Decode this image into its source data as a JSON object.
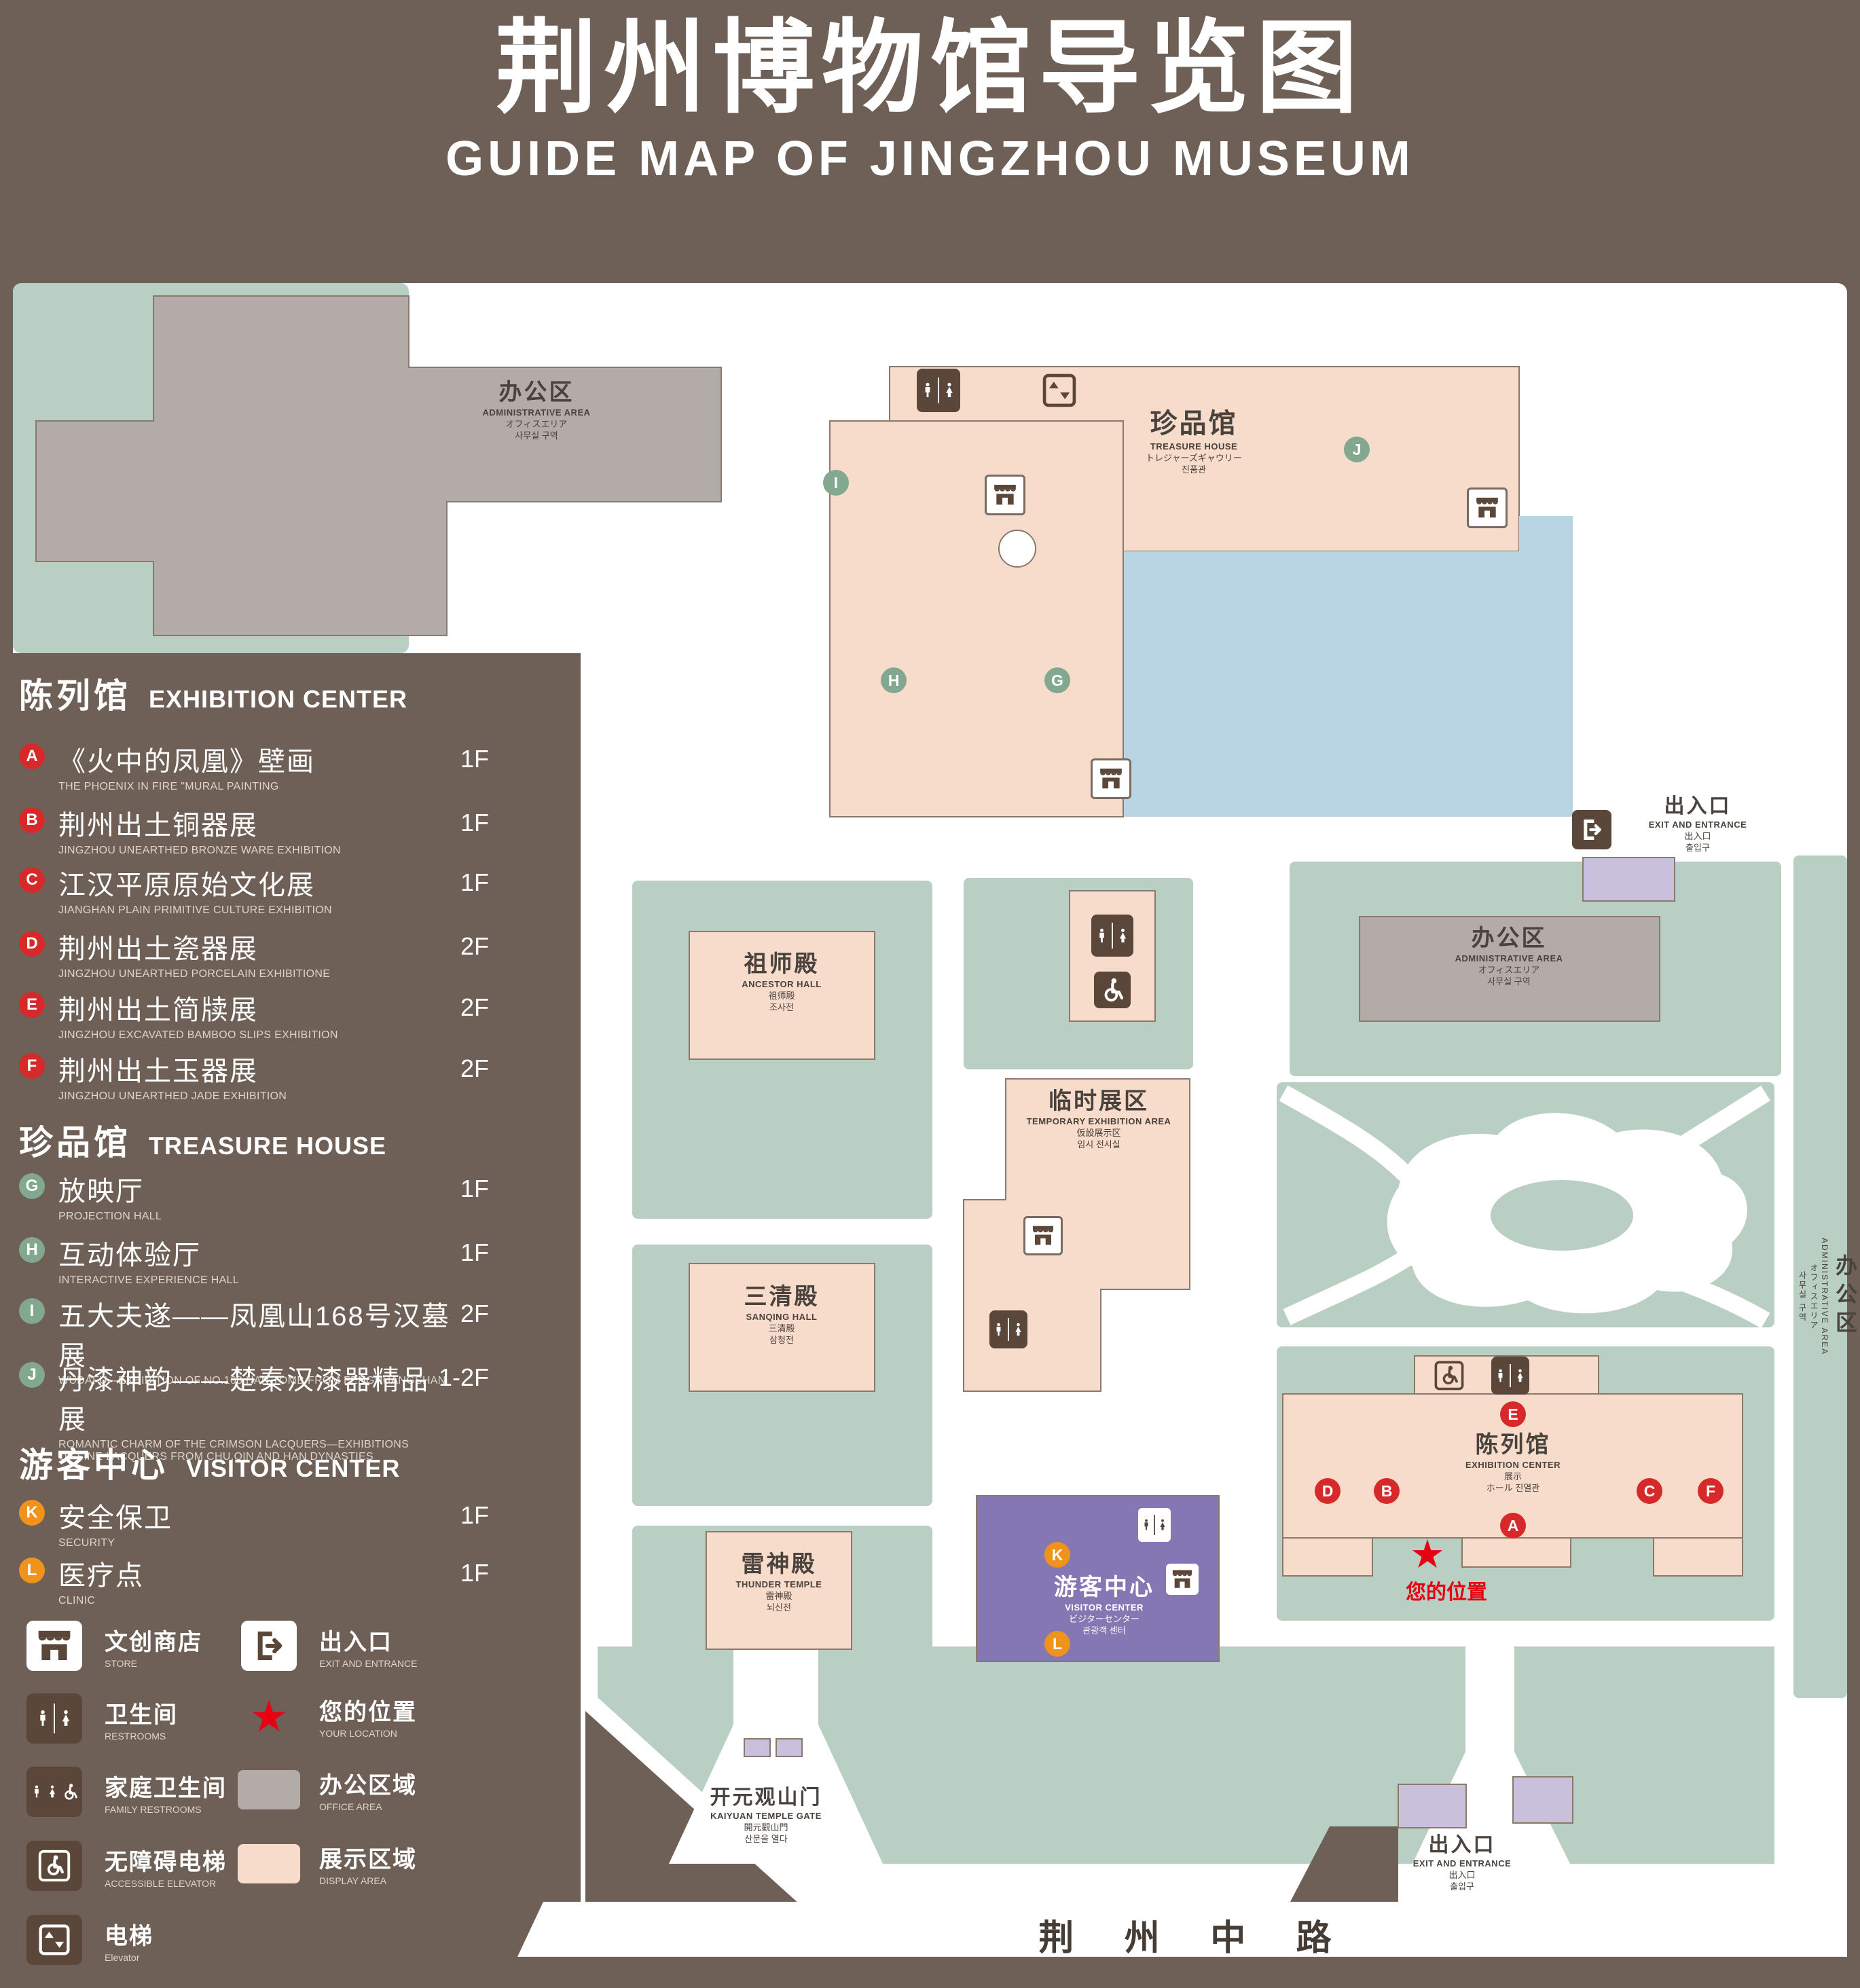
{
  "title": {
    "zh": "荆州博物馆导览图",
    "en": "GUIDE MAP OF JINGZHOU MUSEUM"
  },
  "legend": {
    "sections": [
      {
        "zh": "陈列馆",
        "en": "EXHIBITION CENTER",
        "items": [
          {
            "id": "A",
            "zh": "《火中的凤凰》壁画",
            "en": "THE PHOENIX IN FIRE \"MURAL PAINTING",
            "floor": "1F"
          },
          {
            "id": "B",
            "zh": "荆州出土铜器展",
            "en": "JINGZHOU UNEARTHED BRONZE WARE EXHIBITION",
            "floor": "1F"
          },
          {
            "id": "C",
            "zh": "江汉平原原始文化展",
            "en": "JIANGHAN PLAIN PRIMITIVE CULTURE EXHIBITION",
            "floor": "1F"
          },
          {
            "id": "D",
            "zh": "荆州出土瓷器展",
            "en": "JINGZHOU UNEARTHED PORCELAIN EXHIBITIONE",
            "floor": "2F"
          },
          {
            "id": "E",
            "zh": "荆州出土简牍展",
            "en": "JINGZHOU EXCAVATED BAMBOO SLIPS EXHIBITION",
            "floor": "2F"
          },
          {
            "id": "F",
            "zh": "荆州出土玉器展",
            "en": "JINGZHOU UNEARTHED JADE EXHIBITION",
            "floor": "2F"
          }
        ]
      },
      {
        "zh": "珍品馆",
        "en": "TREASURE HOUSE",
        "items": [
          {
            "id": "G",
            "zh": "放映厅",
            "en": "PROJECTION HALL",
            "floor": "1F"
          },
          {
            "id": "H",
            "zh": "互动体验厅",
            "en": "INTERACTIVE EXPERIENCE HALL",
            "floor": "1F"
          },
          {
            "id": "I",
            "zh": "五大夫遂——凤凰山168号汉墓展",
            "en": "WUDAFU—EXHIBITION OF NO.168 HAN TOMB FROM FENGHUANGSHAN",
            "floor": "2F"
          },
          {
            "id": "J",
            "zh": "丹漆神韵——楚秦汉漆器精品展",
            "en": "ROMANTIC CHARM OF THE CRIMSON LACQUERS—EXHIBITIONS OF FINE LACQUERS FROM CHU,QIN AND HAN DYNASTIES",
            "floor": "1-2F"
          }
        ]
      },
      {
        "zh": "游客中心",
        "en": "VISITOR CENTER",
        "items": [
          {
            "id": "K",
            "zh": "安全保卫",
            "en": "SECURITY",
            "floor": "1F"
          },
          {
            "id": "L",
            "zh": "医疗点",
            "en": "CLINIC",
            "floor": "1F"
          }
        ]
      }
    ],
    "symbols": [
      {
        "zh": "文创商店",
        "en": "STORE"
      },
      {
        "zh": "出入口",
        "en": "EXIT AND ENTRANCE"
      },
      {
        "zh": "卫生间",
        "en": "RESTROOMS"
      },
      {
        "zh": "您的位置",
        "en": "YOUR LOCATION"
      },
      {
        "zh": "家庭卫生间",
        "en": "FAMILY RESTROOMS"
      },
      {
        "zh": "办公区域",
        "en": "OFFICE AREA"
      },
      {
        "zh": "无障碍电梯",
        "en": "ACCESSIBLE ELEVATOR"
      },
      {
        "zh": "展示区域",
        "en": "DISPLAY AREA"
      },
      {
        "zh": "电梯",
        "en": "Elevator"
      }
    ]
  },
  "map": {
    "labels": {
      "admin_top": {
        "zh": "办公区",
        "en": "ADMINISTRATIVE AREA",
        "jp": "オフィスエリア",
        "kr": "사무실 구역"
      },
      "treasure": {
        "zh": "珍品馆",
        "en": "TREASURE HOUSE",
        "jp": "トレジャーズギャウリー",
        "kr": "진품관"
      },
      "exit_top": {
        "zh": "出入口",
        "en": "EXIT AND ENTRANCE",
        "jp": "出入口",
        "kr": "출입구"
      },
      "admin_right": {
        "zh": "办公区",
        "en": "ADMINISTRATIVE AREA",
        "jp": "オフィスエリア",
        "kr": "사무실 구역"
      },
      "ancestor": {
        "zh": "祖师殿",
        "en": "ANCESTOR HALL",
        "jp": "祖师殿",
        "kr": "조사전"
      },
      "admin_mid": {
        "zh": "办公区",
        "en": "ADMINISTRATIVE AREA",
        "jp": "オフィスエリア",
        "kr": "사무실 구역"
      },
      "temporary": {
        "zh": "临时展区",
        "en": "TEMPORARY EXHIBITION AREA",
        "jp": "仮設展示区",
        "kr": "임시 전시실"
      },
      "sanqing": {
        "zh": "三清殿",
        "en": "SANQING HALL",
        "jp": "三清殿",
        "kr": "삼청전"
      },
      "exhibition": {
        "zh": "陈列馆",
        "en": "EXHIBITION CENTER",
        "jp": "展示",
        "kr": "ホール 진열관"
      },
      "thunder": {
        "zh": "雷神殿",
        "en": "THUNDER TEMPLE",
        "jp": "雷神殿",
        "kr": "뇌신전"
      },
      "visitor": {
        "zh": "游客中心",
        "en": "VISITOR CENTER",
        "jp": "ビジターセンター",
        "kr": "관광객 센터"
      },
      "your_location": {
        "zh": "您的位置"
      },
      "gate": {
        "zh": "开元观山门",
        "en": "KAIYUAN TEMPLE GATE",
        "jp": "開元觀山門",
        "kr": "산문을 열다"
      },
      "exit_bottom": {
        "zh": "出入口",
        "en": "EXIT AND ENTRANCE",
        "jp": "出入口",
        "kr": "출입구"
      },
      "road": {
        "zh": "荆 州 中 路"
      }
    },
    "markers": {
      "A": "A",
      "B": "B",
      "C": "C",
      "D": "D",
      "E": "E",
      "F": "F",
      "G": "G",
      "H": "H",
      "I": "I",
      "J": "J",
      "K": "K",
      "L": "L"
    }
  },
  "icons": {
    "star": "★"
  },
  "colors": {
    "background": "#6e6056",
    "lawn": "#b9cfc3",
    "display_area": "#f7dccc",
    "office_area": "#b3aba7",
    "visitor_center": "#8577b3",
    "entrance_building": "#c9c0dc",
    "pond": "#b9d4e3",
    "badge_red": "#d7282a",
    "badge_green": "#82a98f",
    "badge_orange": "#f0931d",
    "icon_brown": "#5b463a",
    "location_red": "#e60012"
  }
}
